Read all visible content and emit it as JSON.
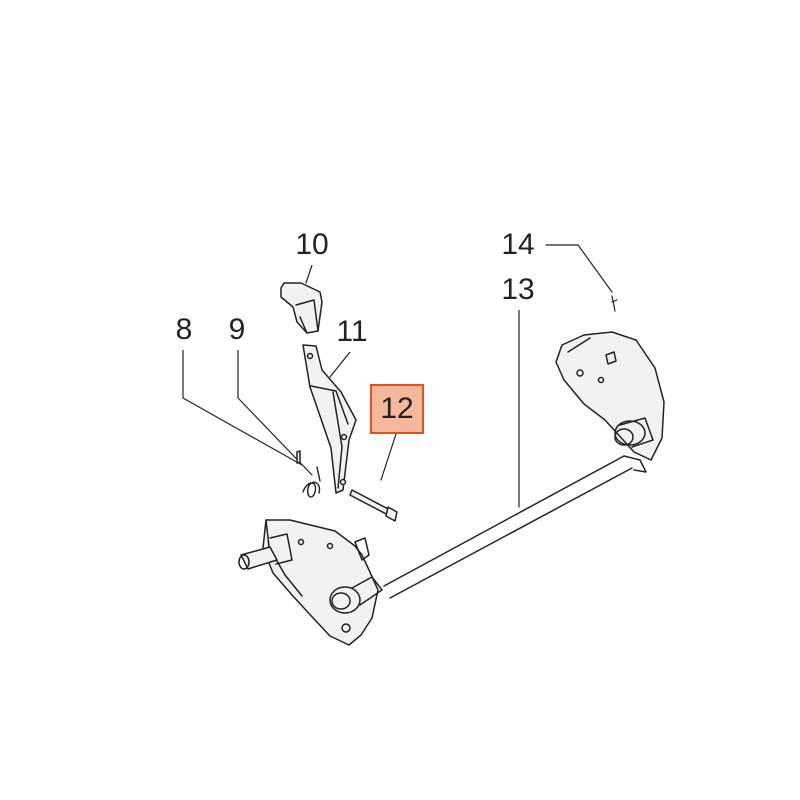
{
  "callouts": [
    {
      "id": "c8",
      "text": "8",
      "highlighted": false
    },
    {
      "id": "c9",
      "text": "9",
      "highlighted": false
    },
    {
      "id": "c10",
      "text": "10",
      "highlighted": false
    },
    {
      "id": "c11",
      "text": "11",
      "highlighted": false
    },
    {
      "id": "c12",
      "text": "12",
      "highlighted": true
    },
    {
      "id": "c13",
      "text": "13",
      "highlighted": false
    },
    {
      "id": "c14",
      "text": "14",
      "highlighted": false
    }
  ],
  "colors": {
    "line": "#222222",
    "highlight_fill": "#f6b79a",
    "highlight_border": "#e6501a",
    "part_fill": "#f2f2f2"
  }
}
